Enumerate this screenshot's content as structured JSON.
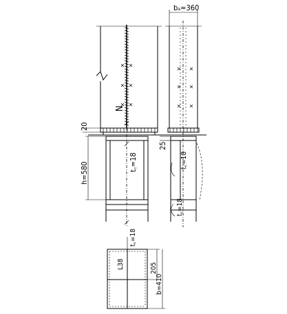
{
  "labels": {
    "flange_width": "bₐ=360",
    "weld_gap": "20",
    "stiffener_gap": "25",
    "anchor_height": "h=580",
    "plate_thickness_front": "t꜀=18",
    "plate_thickness_side_a": "t꜀=18",
    "plate_thickness_side_b": "t꜀=18",
    "plate_thickness_plan": "t꜀=18",
    "plan_dim_a": "L38",
    "plan_dim_b": "205",
    "plan_dim_c": "b=410",
    "section_mark": "N"
  }
}
